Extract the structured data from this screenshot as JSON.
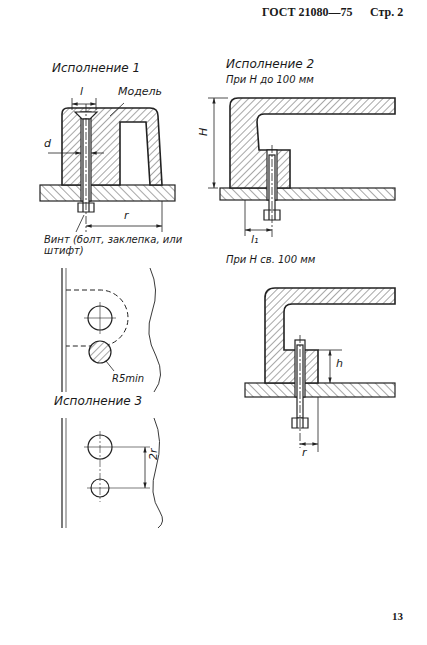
{
  "diagram": {
    "labels": [
      "ГОСТ 21080—75",
      "Стр. 2",
      "Исполнение 1",
      "l",
      "Модель",
      "d",
      "r",
      "Винт (болт, заклепка, или штифт)",
      "R5min",
      "Исполнение 3",
      "2r",
      "Исполнение 2",
      "При H до 100 мм",
      "H",
      "l₁",
      "При H св. 100 мм",
      "h",
      "r",
      "13"
    ]
  }
}
